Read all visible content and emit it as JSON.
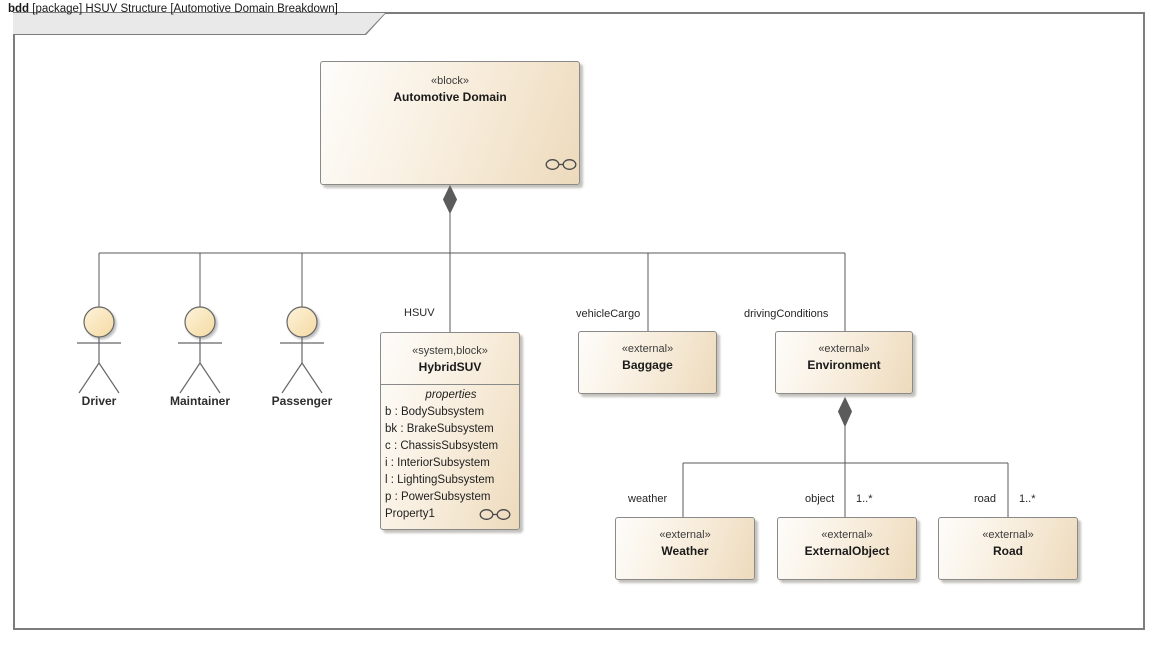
{
  "diagram": {
    "tab": {
      "keyword": "bdd",
      "title": "[package] HSUV Structure [Automotive Domain Breakdown]"
    }
  },
  "blocks": {
    "automotive_domain": {
      "stereotype": "«block»",
      "name": "Automotive Domain"
    },
    "hybrid_suv": {
      "stereotype": "«system,block»",
      "name": "HybridSUV",
      "compartment_label": "properties",
      "props": [
        "b : BodySubsystem",
        "bk : BrakeSubsystem",
        "c : ChassisSubsystem",
        "i : InteriorSubsystem",
        "l : LightingSubsystem",
        "p : PowerSubsystem"
      ],
      "composite_prop": "Property1"
    },
    "baggage": {
      "stereotype": "«external»",
      "name": "Baggage"
    },
    "environment": {
      "stereotype": "«external»",
      "name": "Environment"
    },
    "weather": {
      "stereotype": "«external»",
      "name": "Weather"
    },
    "external_object": {
      "stereotype": "«external»",
      "name": "ExternalObject"
    },
    "road": {
      "stereotype": "«external»",
      "name": "Road"
    }
  },
  "actors": [
    {
      "name": "Driver"
    },
    {
      "name": "Maintainer"
    },
    {
      "name": "Passenger"
    }
  ],
  "connector_labels": {
    "hsuv_role": "HSUV",
    "vehicle_cargo_role": "vehicleCargo",
    "driving_conditions_role": "drivingConditions",
    "weather_role": "weather",
    "object_role": "object",
    "object_multiplicity": "1..*",
    "road_role": "road",
    "road_multiplicity": "1..*"
  },
  "icons": {
    "composite_indicator": "glasses-link-icon"
  },
  "colors": {
    "block_fill_light": "#fefdfb",
    "block_fill_dark": "#eddabc",
    "block_border": "#8a8a8a",
    "connector_line": "#595959",
    "actor_head_light": "#fdf3da",
    "actor_head_dark": "#f5d9a2",
    "frame_border": "#7d7d7d",
    "tab_fill": "#e9e9e9"
  }
}
